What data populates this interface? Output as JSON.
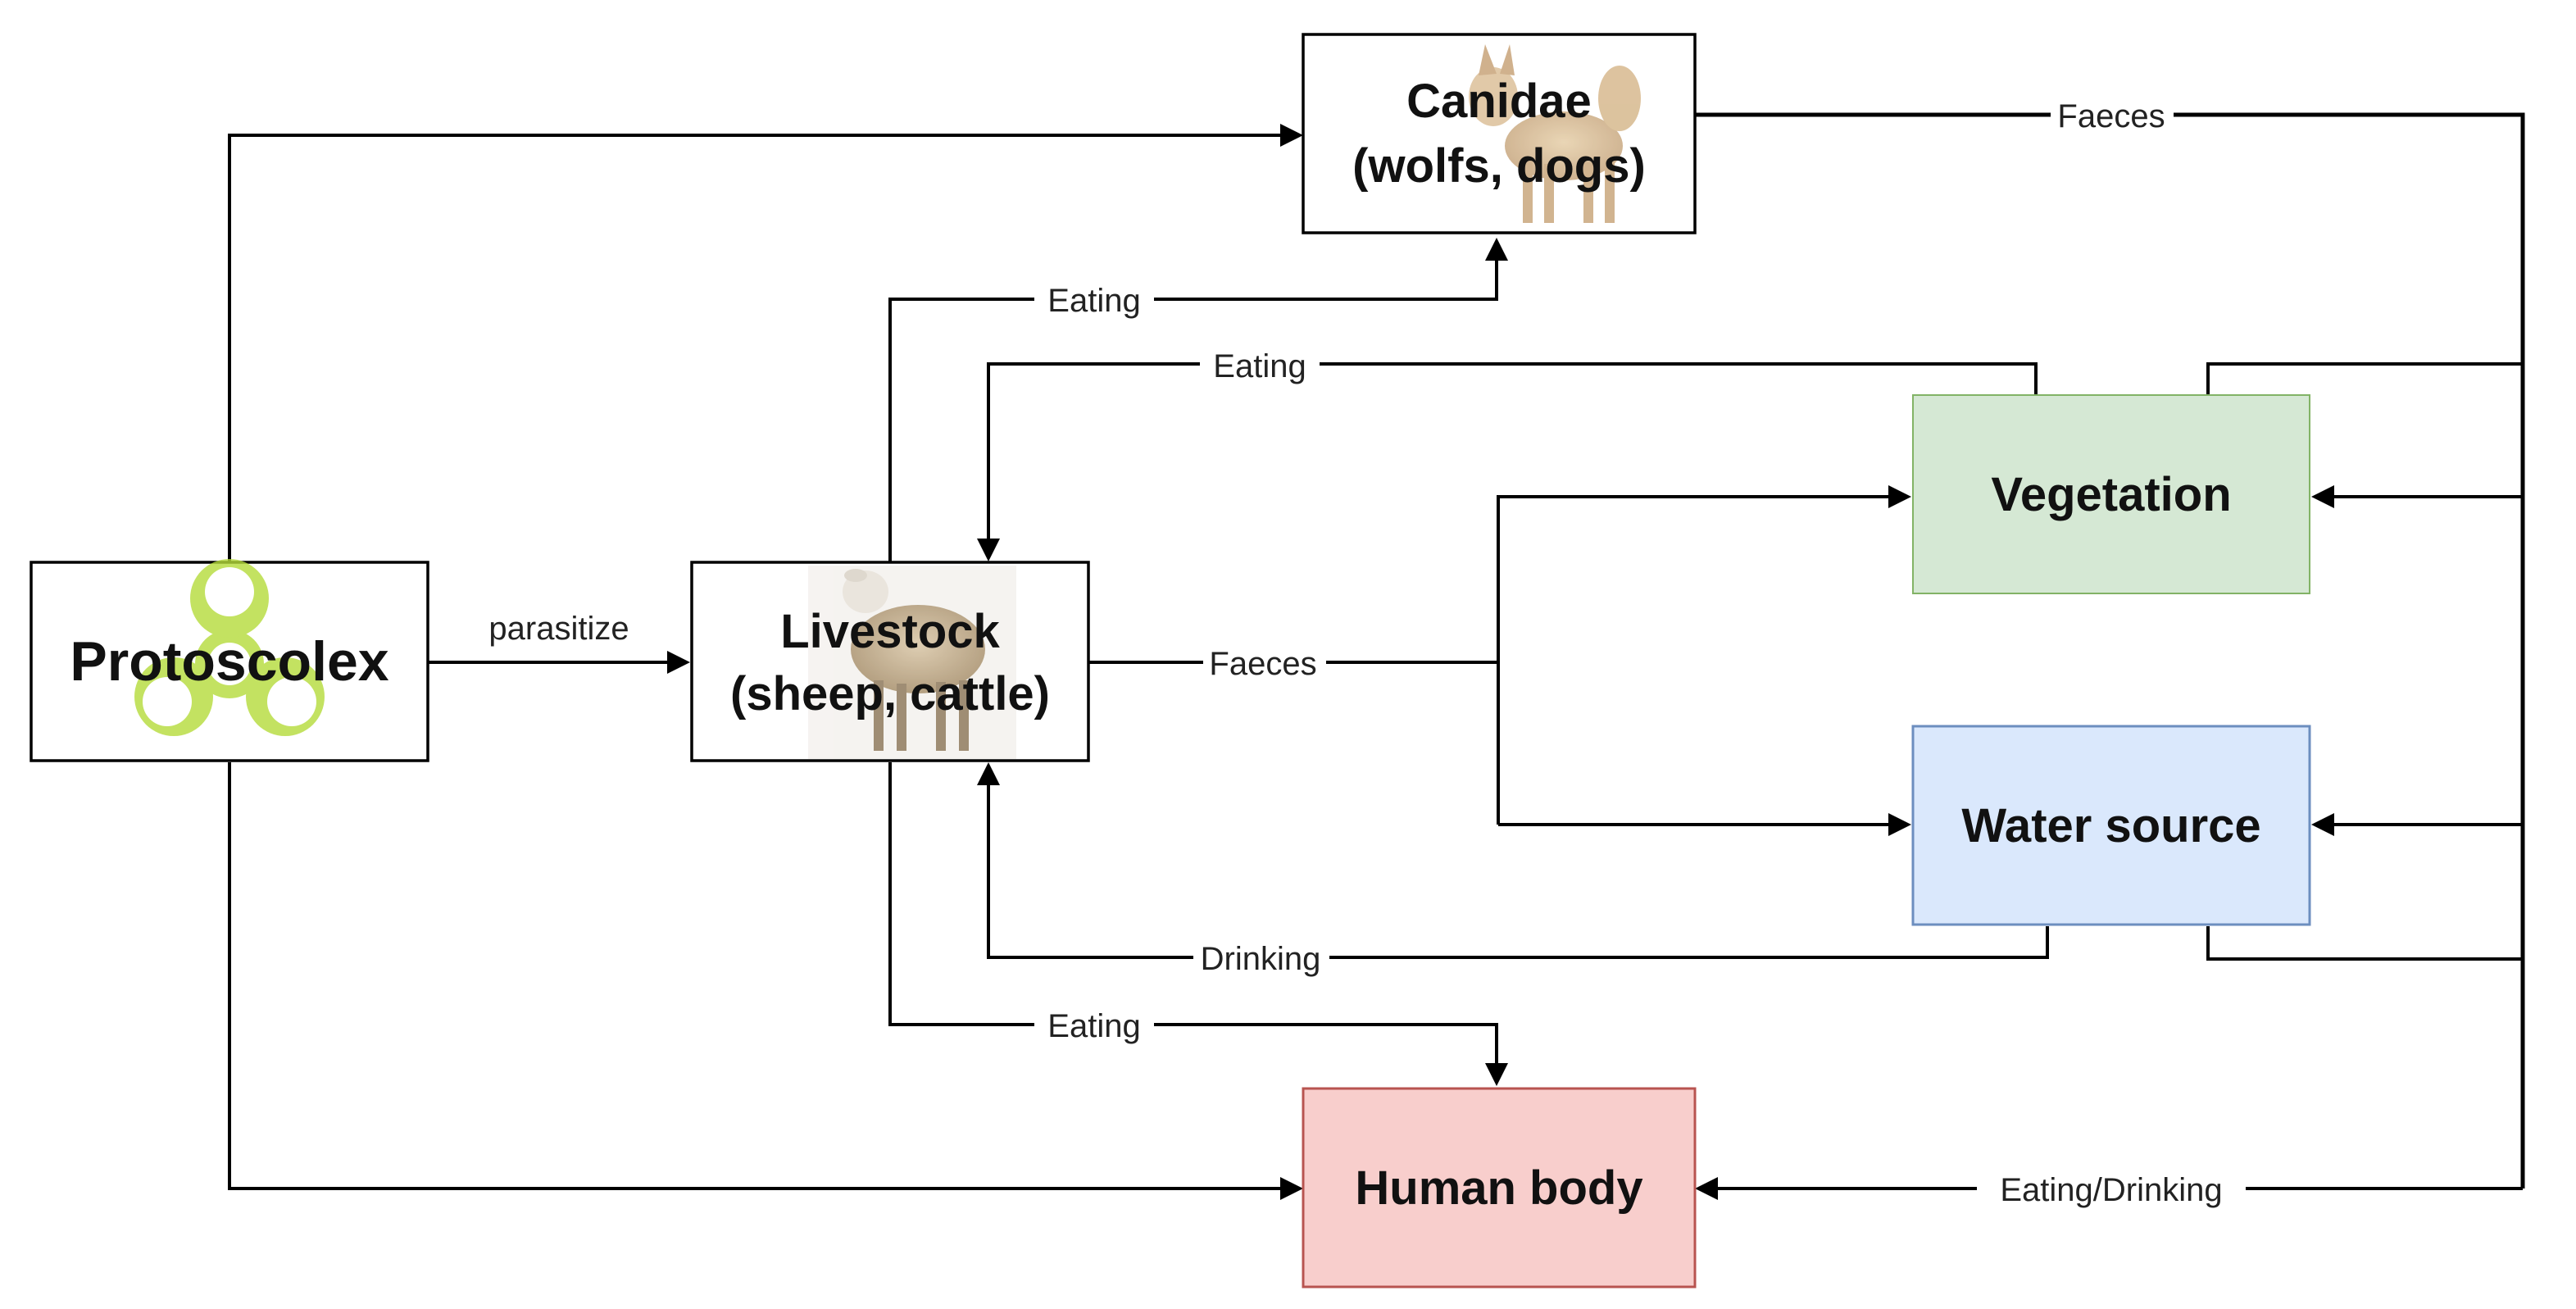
{
  "nodes": {
    "protoscolex": {
      "label": "Protoscolex",
      "icon": "biohazard-icon",
      "fill": "#ffffff",
      "icon_color": "#b5db3a"
    },
    "canidae": {
      "line1": "Canidae",
      "line2": "(wolfs, dogs)",
      "icon": "dog-image",
      "fill": "#ffffff"
    },
    "livestock": {
      "line1": "Livestock",
      "line2": "(sheep, cattle)",
      "icon": "sheep-image",
      "fill": "#ffffff"
    },
    "vegetation": {
      "label": "Vegetation",
      "fill": "#d5e8d4",
      "border": "#82b366"
    },
    "water": {
      "label": "Water source",
      "fill": "#dae8fc",
      "border": "#6c8ebf"
    },
    "human": {
      "label": "Human body",
      "fill": "#f8cecc",
      "border": "#b85450"
    }
  },
  "edges": {
    "parasitize": "parasitize",
    "livestock_to_canidae": "Eating",
    "vegetation_to_livestock": "Eating",
    "livestock_faeces": "Faeces",
    "canidae_faeces": "Faeces",
    "water_to_livestock": "Drinking",
    "livestock_to_human": "Eating",
    "env_to_human": "Eating/Drinking"
  }
}
